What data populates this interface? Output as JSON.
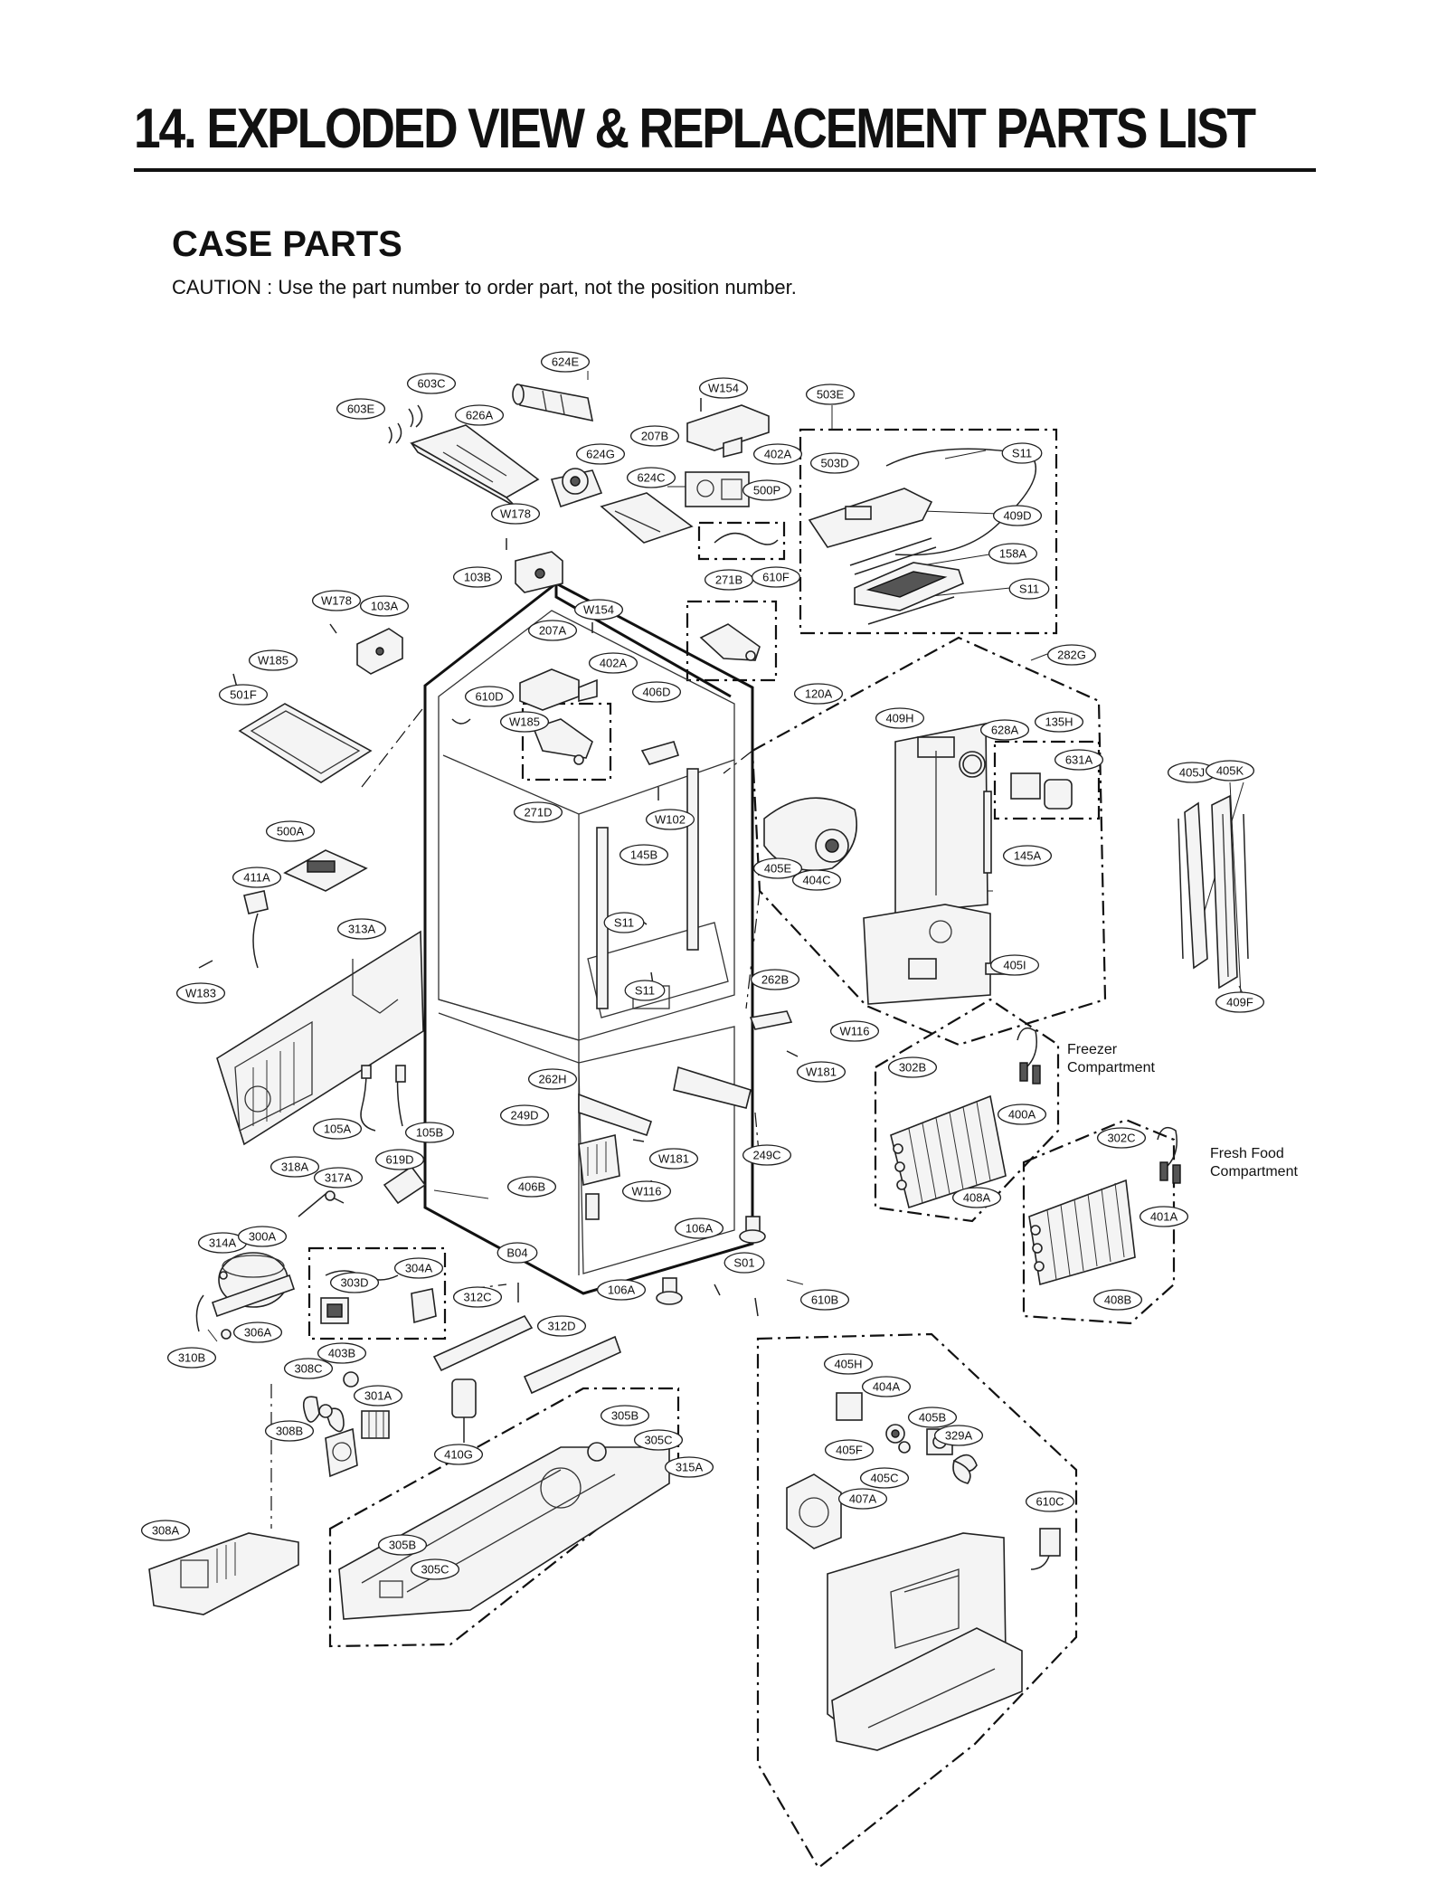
{
  "header": {
    "title": "14. EXPLODED VIEW & REPLACEMENT PARTS LIST",
    "section": "CASE PARTS",
    "caution": "CAUTION : Use the part number to order part, not the position number."
  },
  "notes": {
    "freezer": [
      "Freezer",
      "Compartment"
    ],
    "fresh_food": [
      "Fresh Food",
      "Compartment"
    ]
  },
  "labels": {
    "l624E": "624E",
    "l603C": "603C",
    "l603E": "603E",
    "l626A": "626A",
    "lW154a": "W154",
    "l503E": "503E",
    "l207B": "207B",
    "l402Aa": "402A",
    "l624G": "624G",
    "l503D": "503D",
    "lS11a": "S11",
    "l624C": "624C",
    "l500P": "500P",
    "lW178a": "W178",
    "l409D": "409D",
    "l158A": "158A",
    "l103Ba": "103B",
    "l271B": "271B",
    "l610F": "610F",
    "lS11b": "S11",
    "lW178b": "W178",
    "l103Ab": "103A",
    "lW154b": "W154",
    "l207A": "207A",
    "l282G": "282G",
    "l402Ab": "402A",
    "lW185a": "W185",
    "l610D": "610D",
    "l406D": "406D",
    "l120A": "120A",
    "l501F": "501F",
    "lW185b": "W185",
    "l409H": "409H",
    "l628A": "628A",
    "l135H": "135H",
    "l631A": "631A",
    "l405J": "405J",
    "l405K": "405K",
    "l271D": "271D",
    "lW102": "W102",
    "l500A": "500A",
    "l145B": "145B",
    "l405E": "405E",
    "l404C": "404C",
    "l145A": "145A",
    "l411A": "411A",
    "l313A": "313A",
    "lS11c": "S11",
    "lW183": "W183",
    "lS11d": "S11",
    "l262B": "262B",
    "l405I": "405I",
    "l409F": "409F",
    "lW116a": "W116",
    "lW181a": "W181",
    "l302B": "302B",
    "l262H": "262H",
    "l400A": "400A",
    "l249D": "249D",
    "l105A": "105A",
    "l105B": "105B",
    "l302C": "302C",
    "l619D": "619D",
    "l249C": "249C",
    "lW181b": "W181",
    "l318A": "318A",
    "l317A": "317A",
    "l406B": "406B",
    "lW116b": "W116",
    "l408A": "408A",
    "l401A": "401A",
    "l106Aa": "106A",
    "l314A": "314A",
    "l300A": "300A",
    "lB04": "B04",
    "lS01": "S01",
    "l304A": "304A",
    "l303D": "303D",
    "l106Ab": "106A",
    "l312C": "312C",
    "l408B": "408B",
    "l610B": "610B",
    "l306A": "306A",
    "l312D": "312D",
    "l310B": "310B",
    "l403B": "403B",
    "l405H": "405H",
    "l308C": "308C",
    "l301A": "301A",
    "l404A": "404A",
    "l305B": "305B",
    "l405B": "405B",
    "l308B": "308B",
    "l329A": "329A",
    "l305C": "305C",
    "l410G": "410G",
    "l405F": "405F",
    "l315A": "315A",
    "l405C": "405C",
    "l407A": "407A",
    "l610C": "610C",
    "l308A": "308A",
    "l305Bb": "305B",
    "l305Cb": "305C"
  }
}
